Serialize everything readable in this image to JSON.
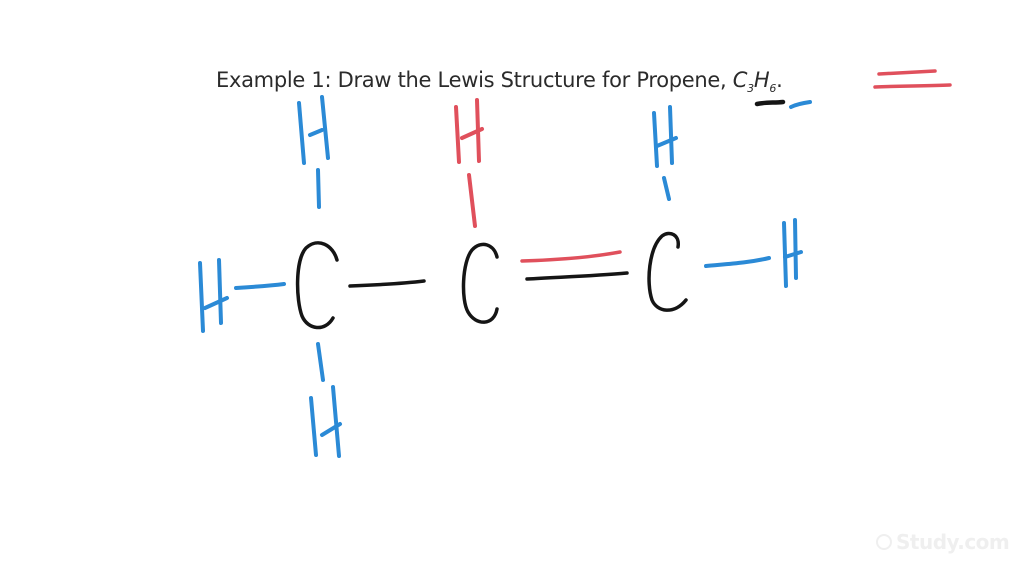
{
  "slide": {
    "title_prefix": "Example 1: Draw the Lewis Structure for Propene, ",
    "formula": {
      "c_symbol": "C",
      "c_count": "3",
      "h_symbol": "H",
      "h_count": "6",
      "suffix": "."
    }
  },
  "colors": {
    "background": "#ffffff",
    "text": "#2b2b2b",
    "carbon_ink": "#151515",
    "hydrogen_ink": "#2b8ad6",
    "highlight_ink": "#e0505c",
    "watermark": "#efefef"
  },
  "diagram": {
    "molecule": "Propene",
    "atoms": [
      {
        "id": "C1",
        "symbol": "C",
        "color": "black"
      },
      {
        "id": "C2",
        "symbol": "C",
        "color": "black"
      },
      {
        "id": "C3",
        "symbol": "C",
        "color": "black"
      },
      {
        "id": "H1",
        "symbol": "H",
        "bonded_to": "C1",
        "position": "top",
        "color": "blue"
      },
      {
        "id": "H2",
        "symbol": "H",
        "bonded_to": "C1",
        "position": "left",
        "color": "blue"
      },
      {
        "id": "H3",
        "symbol": "H",
        "bonded_to": "C1",
        "position": "bottom",
        "color": "blue"
      },
      {
        "id": "H4",
        "symbol": "H",
        "bonded_to": "C2",
        "position": "top",
        "color": "red"
      },
      {
        "id": "H5",
        "symbol": "H",
        "bonded_to": "C3",
        "position": "top",
        "color": "blue"
      },
      {
        "id": "H6",
        "symbol": "H",
        "bonded_to": "C3",
        "position": "right",
        "color": "blue"
      }
    ],
    "bonds": [
      {
        "from": "C1",
        "to": "C2",
        "type": "single"
      },
      {
        "from": "C2",
        "to": "C3",
        "type": "double"
      },
      {
        "from": "C1",
        "to": "H1",
        "type": "single"
      },
      {
        "from": "C1",
        "to": "H2",
        "type": "single"
      },
      {
        "from": "C1",
        "to": "H3",
        "type": "single"
      },
      {
        "from": "C2",
        "to": "H4",
        "type": "single"
      },
      {
        "from": "C3",
        "to": "H5",
        "type": "single"
      },
      {
        "from": "C3",
        "to": "H6",
        "type": "single"
      }
    ],
    "annotations": [
      {
        "type": "underline",
        "under": "C3",
        "color": "black"
      },
      {
        "type": "underline",
        "under": "H6",
        "color": "blue"
      },
      {
        "type": "double-bond-symbol",
        "position": "top-right",
        "color": "red"
      }
    ]
  },
  "watermark": {
    "text": "Study.com"
  }
}
